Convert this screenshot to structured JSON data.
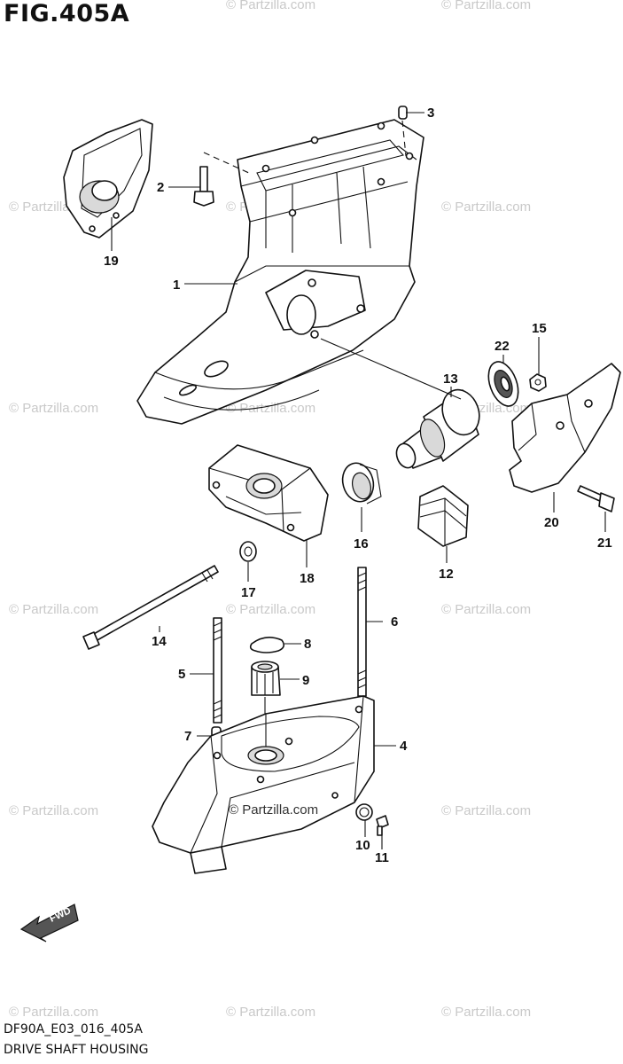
{
  "figure": {
    "title": "FIG.405A",
    "code": "DF90A_E03_016_405A",
    "caption": "DRIVE SHAFT HOUSING",
    "center_copyright": "© Partzilla.com",
    "fwd_label": "FWD"
  },
  "watermark": "© Partzilla.com",
  "callouts": {
    "c1": "1",
    "c2": "2",
    "c3": "3",
    "c4": "4",
    "c5": "5",
    "c6": "6",
    "c7": "7",
    "c8": "8",
    "c9": "9",
    "c10": "10",
    "c11": "11",
    "c12": "12",
    "c13": "13",
    "c14": "14",
    "c15": "15",
    "c16": "16",
    "c17": "17",
    "c18": "18",
    "c19": "19",
    "c20": "20",
    "c21": "21",
    "c22": "22"
  }
}
